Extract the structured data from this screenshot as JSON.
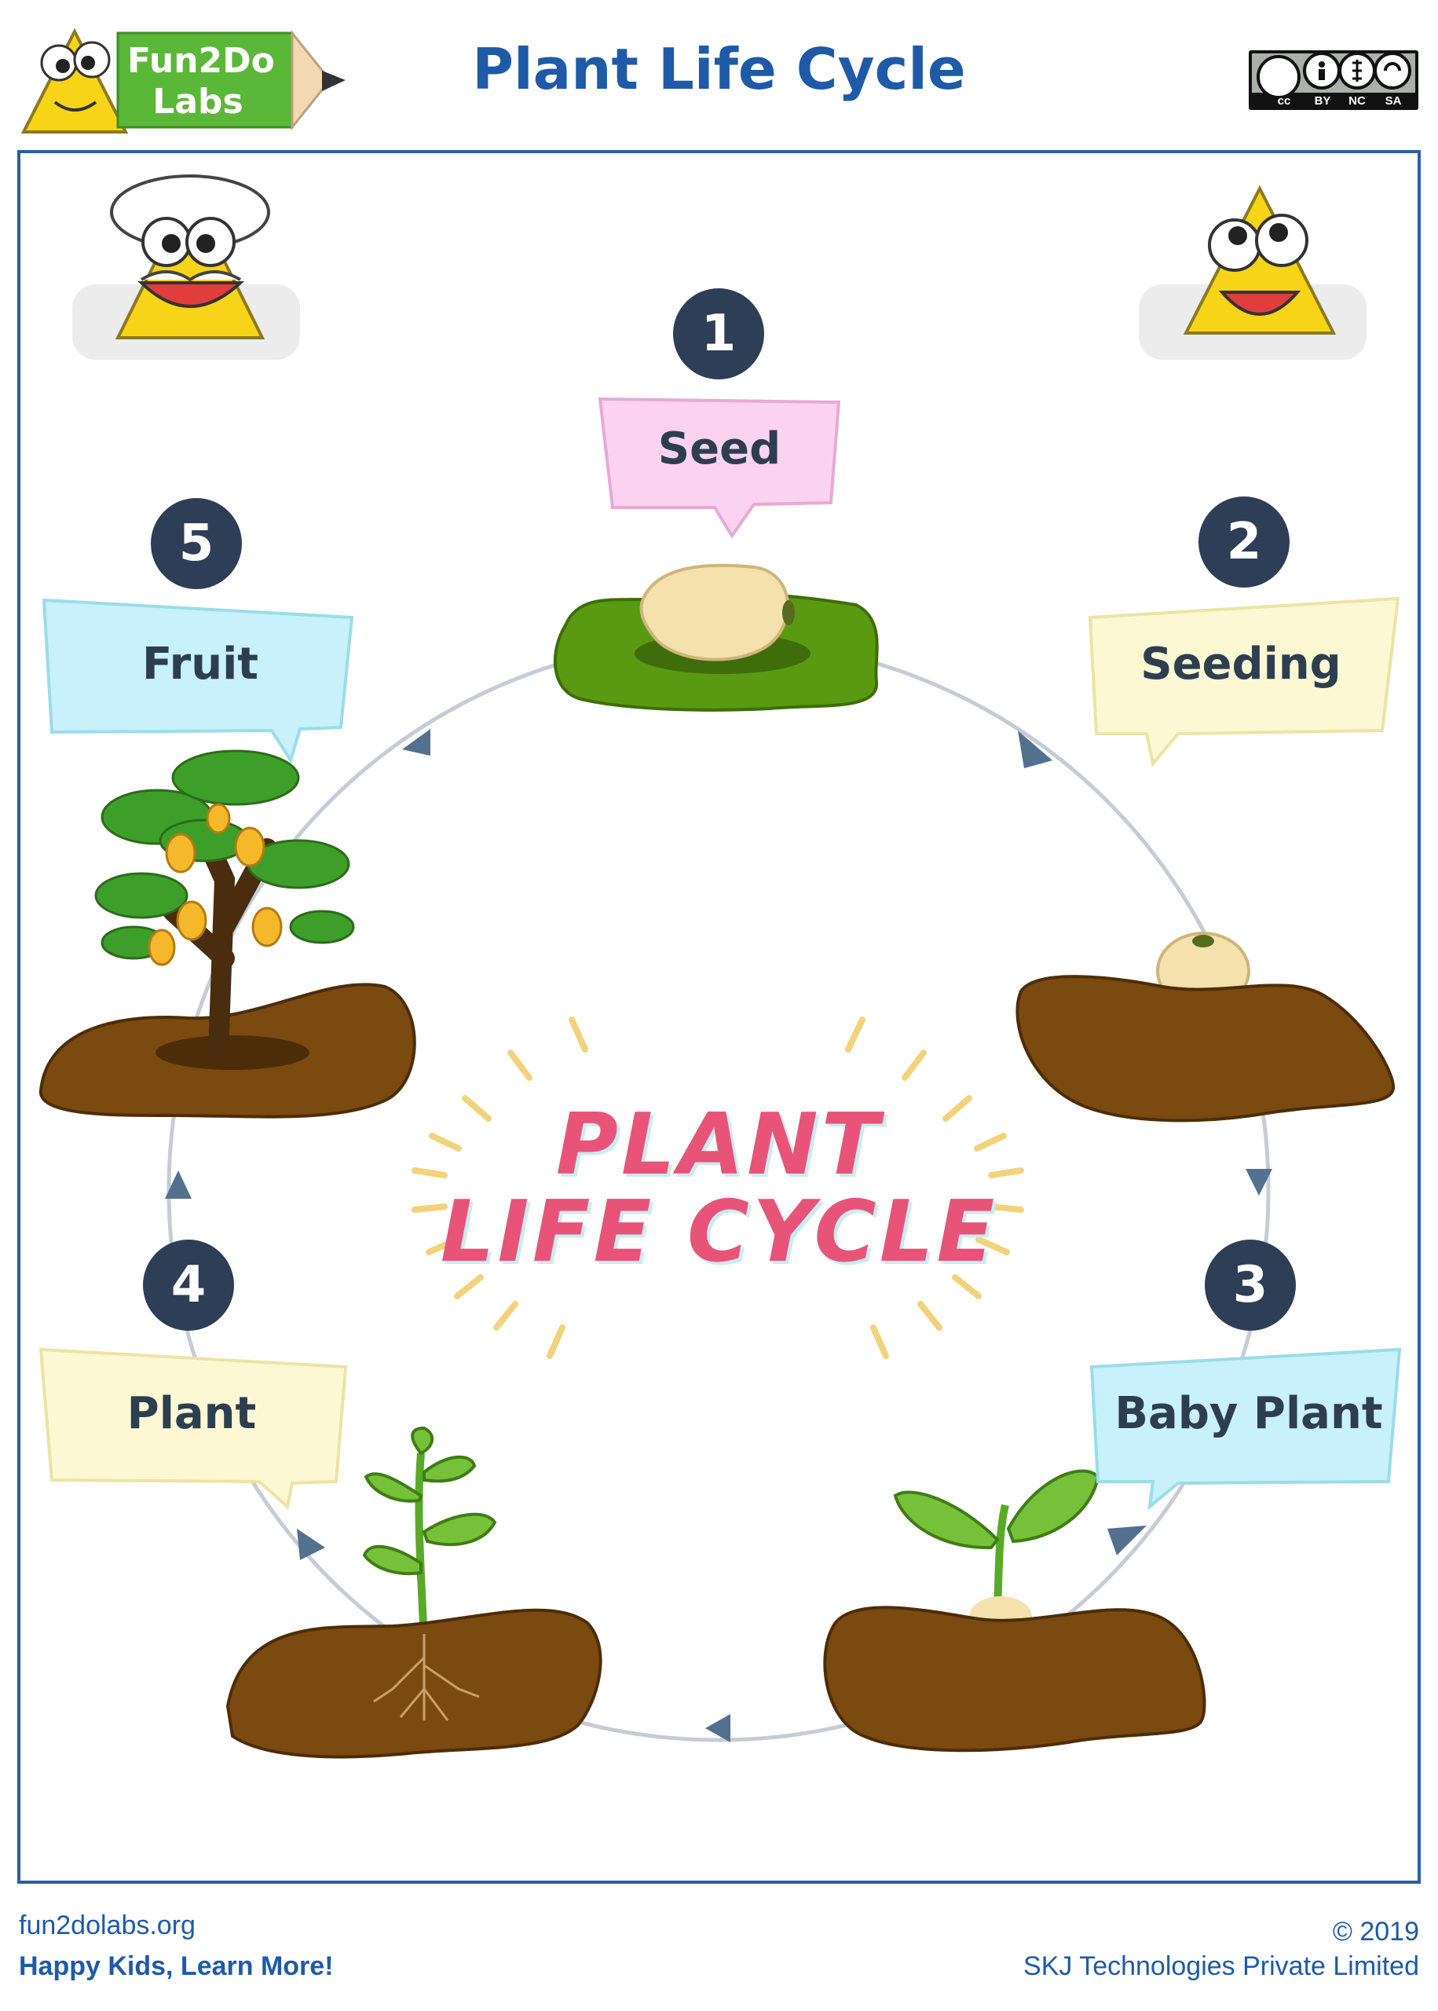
{
  "header": {
    "title": "Plant Life Cycle",
    "logo_line1": "Fun2Do",
    "logo_line2": "Labs",
    "license": {
      "cc": "cc",
      "by": "BY",
      "nc": "NC",
      "sa": "SA"
    }
  },
  "center_title": {
    "line1": "PLANT",
    "line2": "LIFE CYCLE"
  },
  "stages": [
    {
      "number": "1",
      "label": "Seed"
    },
    {
      "number": "2",
      "label": "Seeding"
    },
    {
      "number": "3",
      "label": "Baby Plant"
    },
    {
      "number": "4",
      "label": "Plant"
    },
    {
      "number": "5",
      "label": "Fruit"
    }
  ],
  "footer": {
    "site": "fun2dolabs.org",
    "tagline": "Happy Kids, Learn More!",
    "copyright": "© 2019",
    "company": "SKJ Technologies Private Limited"
  },
  "colors": {
    "title_blue": "#1e5aa8",
    "badge_navy": "#2d3e56",
    "seed_box": "#fbd3f0",
    "seeding_box": "#fdf8d4",
    "baby_plant_box": "#c9f1fb",
    "plant_box": "#fdf8d4",
    "fruit_box": "#c9f1fb",
    "soil": "#7b4a10",
    "grass": "#5a9a12",
    "accent_pink": "#e8537a"
  },
  "icons": [
    "fun2do-mascot-icon",
    "creative-commons-icon",
    "chef-mascot-icon",
    "happy-mascot-icon",
    "seed-icon",
    "sprout-icon",
    "mango-tree-icon"
  ]
}
